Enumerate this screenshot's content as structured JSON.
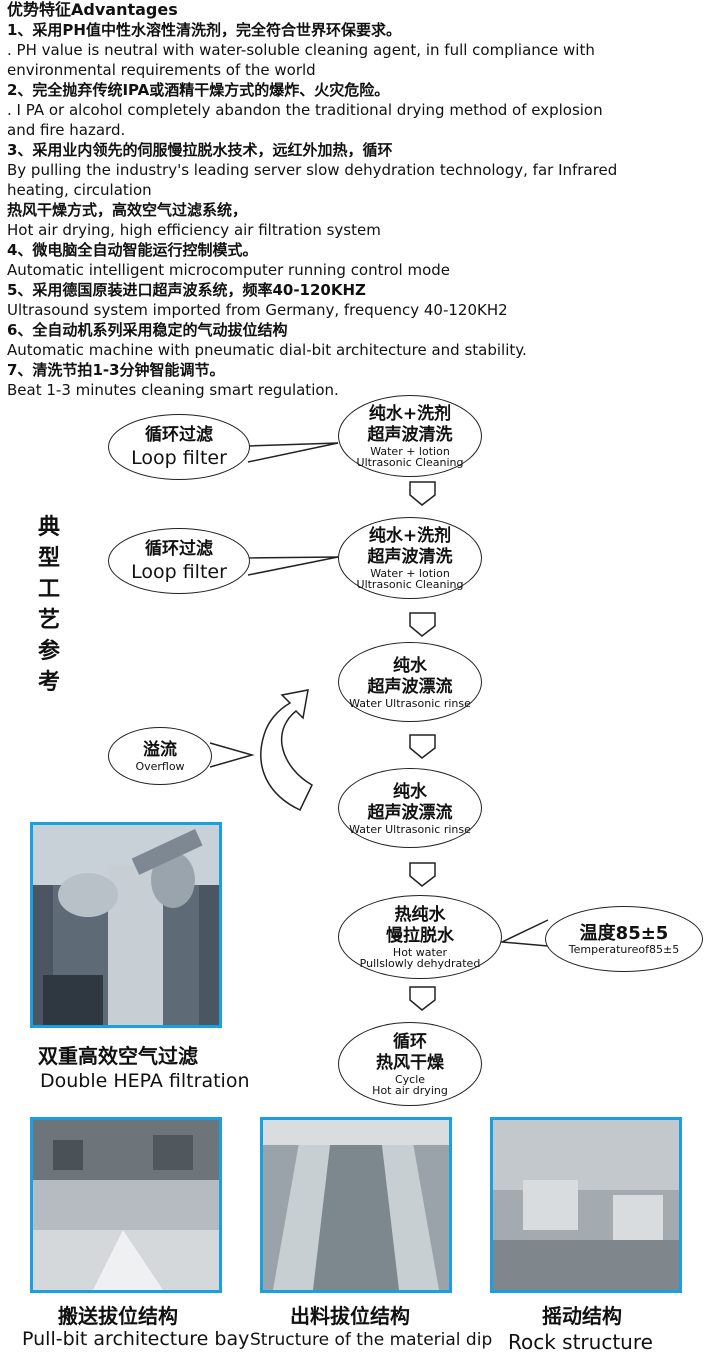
{
  "advantages": {
    "title": "优势特征Advantages",
    "lines": [
      "1、采用PH值中性水溶性清洗剂，完全符合世界环保要求。",
      ". PH value is neutral with water-soluble cleaning agent, in full compliance with",
      "environmental requirements of the world",
      "2、完全抛弃传统IPA或酒精干燥方式的爆炸、火灾危险。",
      ". I PA or alcohol completely abandon the traditional drying method of explosion",
      "and fire hazard.",
      "3、采用业内领先的伺服慢拉脱水技术，远红外加热，循环",
      "By pulling the industry's leading server slow dehydration technology, far Infrared",
      "heating, circulation",
      "热风干燥方式，高效空气过滤系统，",
      "Hot air drying, high efficiency air filtration system",
      "4、微电脑全自动智能运行控制模式。",
      "Automatic intelligent microcomputer running control mode",
      "5、采用德国原装进口超声波系统，频率40-120KHZ",
      "Ultrasound system imported from Germany, frequency 40-120KH2",
      "6、全自动机系列采用稳定的气动拔位结构",
      "Automatic machine with pneumatic dial-bit architecture and stability.",
      "7、清洗节拍1-3分钟智能调节。",
      "Beat 1-3 minutes cleaning smart regulation."
    ]
  },
  "vertical_label": "典型工艺参考",
  "flow": {
    "step1": {
      "cn1": "纯水+洗剂",
      "cn2": "超声波清洗",
      "en1": "Water + lotion",
      "en2": "Ultrasonic Cleaning"
    },
    "step2": {
      "cn1": "纯水+洗剂",
      "cn2": "超声波清洗",
      "en1": "Water + lotion",
      "en2": "Ultrasonic Cleaning"
    },
    "step3": {
      "cn1": "纯水",
      "cn2": "超声波漂流",
      "en1": "Water Ultrasonic rinse"
    },
    "step4": {
      "cn1": "纯水",
      "cn2": "超声波漂流",
      "en1": "Water Ultrasonic rinse"
    },
    "step5": {
      "cn1": "热纯水",
      "cn2": "慢拉脱水",
      "en1": "Hot water",
      "en2": "Pullslowly dehydrated"
    },
    "step6": {
      "cn1": "循环",
      "cn2": "热风干燥",
      "en1": "Cycle",
      "en2": "Hot air drying"
    },
    "loop1": {
      "cn": "循环过滤",
      "en": "Loop filter"
    },
    "loop2": {
      "cn": "循环过滤",
      "en": "Loop filter"
    },
    "overflow": {
      "cn": "溢流",
      "en": "Overflow"
    },
    "temperature": {
      "cn": "温度85±5",
      "en": "Temperatureof85±5"
    }
  },
  "photos": {
    "hepa": {
      "cn": "双重高效空气过滤",
      "en": "Double HEPA filtration"
    },
    "pull": {
      "cn": "搬送拔位结构",
      "en": "Pull-bit architecture bay"
    },
    "dip": {
      "cn": "出料拔位结构",
      "en": "Structure of the material dip"
    },
    "rock": {
      "cn": "摇动结构",
      "en": "Rock structure"
    }
  },
  "colors": {
    "photo_border": "#1aa0e0",
    "ink": "#111111"
  }
}
